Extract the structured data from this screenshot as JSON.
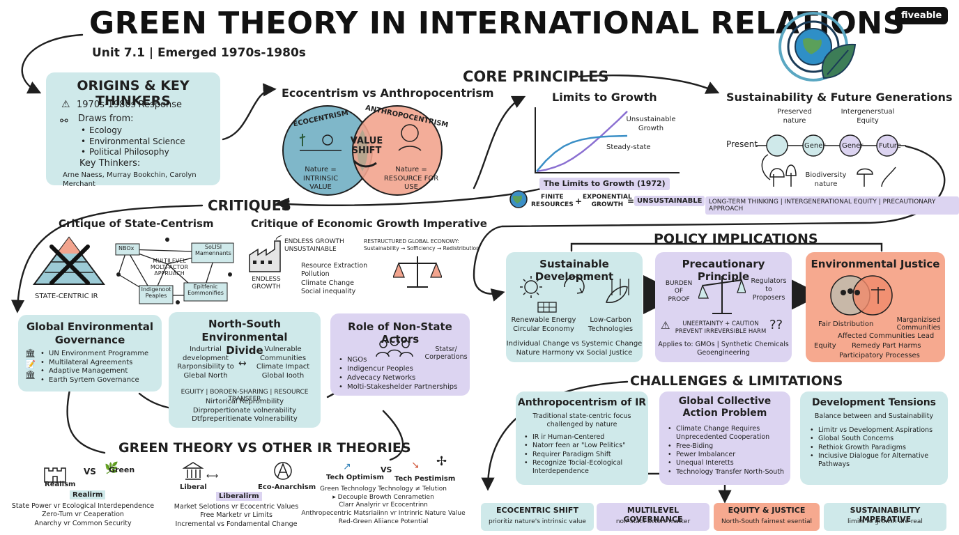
{
  "header": {
    "title": "GREEN THEORY IN INTERNATIONAL RELATIONS",
    "subtitle": "Unit 7.1 | Emerged 1970s-1980s",
    "brand": "fiveable"
  },
  "origins": {
    "heading": "ORIGINS & KEY THINKERS",
    "response": "1970s-1980s Response",
    "draws_label": "Draws from:",
    "draws": [
      "Ecology",
      "Environmental Science",
      "Political Philosophy"
    ],
    "thinkers_label": "Key Thinkers:",
    "thinkers": "Arne Naess, Murray Bookchin, Carolyn Merchant"
  },
  "eco_vs_anthro": {
    "heading": "Ecocentrism vs Anthropocentrism",
    "eco_label": "ECOCENTRISM",
    "anthro_label": "ANTHROPOCENTRISM",
    "shift_line1": "VALUE",
    "shift_line2": "SHIFT",
    "eco_note_1": "Nature =",
    "eco_note_2": "INTRINSIC VALUE",
    "anthro_note_1": "Nature =",
    "anthro_note_2": "RESOURCE FOR USE"
  },
  "core": {
    "heading": "CORE PRINCIPLES",
    "limits_heading": "Limits to Growth",
    "unsustainable_label_1": "Unsustainable",
    "unsustainable_label_2": "Growth",
    "steady_label": "Steady-state",
    "book_label": "The Limits to Growth (1972)",
    "finite_1": "FINITE",
    "finite_2": "RESOURCES",
    "plus": "+",
    "expo_1": "EXPONENTIAL",
    "expo_2": "GROWTH",
    "equals": "=",
    "result": "UNSUSTAINABLE",
    "sust_heading": "Sustainability & Future Generations",
    "preserved_1": "Preserved",
    "preserved_2": "nature",
    "intergen_1": "Intergenerstual",
    "intergen_2": "Equity",
    "present": "Present",
    "gener_1": "Gener",
    "gener_2": "Gener",
    "future": "Future",
    "biodiversity_1": "Biodiversity",
    "biodiversity_2": "nature",
    "sust_footer": "LONG-TERM THINKING | INTERGENERATIONAL EQUITY | PRECAUTIONARY APPROACH"
  },
  "critiques": {
    "heading": "CRITIQUES",
    "state_heading": "Critique of State-Centrism",
    "state_label": "STATE-CENTRIC IR",
    "net_center_1": "MULTILEVEL",
    "net_center_2": "MOLTI-ACTOR",
    "net_center_3": "APPRUACH",
    "net_ngo": "NBOx",
    "net_social_1": "SoLISI",
    "net_social_2": "Mamennants",
    "net_indig_1": "Indigenoot",
    "net_indig_2": "Peaples",
    "net_epis_1": "Epitfenic",
    "net_epis_2": "Eommonifies",
    "econ_heading": "Critique of Economic Growth Imperative",
    "endless_1": "ENDLESS GROWTH",
    "endless_2": "UNSUSTAINABLE",
    "factory_1": "ENDLESS",
    "factory_2": "GROWTH",
    "effects": [
      "Resource Extraction",
      "Pollution",
      "Climate Change",
      "Social inequality"
    ],
    "restructured_1": "RESTRUCTURED GLOBAL ECONOWY:",
    "restructured_2": "Sustainability → Sofficiency → Redistribution"
  },
  "policy": {
    "heading": "POLICY IMPLICATIONS",
    "sd": {
      "heading": "Sustainable Development",
      "left_1": "Renewable Energy",
      "left_2": "Circular Economy",
      "right_1": "Low-Carbon",
      "right_2": "Technologies",
      "foot_1": "Individual Change vs Systemic Change",
      "foot_2": "Nature Harmony vx Social Justice"
    },
    "pp": {
      "heading": "Precautionary Principle",
      "burden_1": "BURDEN",
      "burden_2": "OF",
      "burden_3": "PROOF",
      "reg_1": "Regulators",
      "reg_2": "to",
      "reg_3": "Proposers",
      "uncert_1": "UNEERTAINTY + CAUTION",
      "uncert_2": "PREVENT IRREVERSIBLE HARM",
      "qq": "??",
      "applies_1": "Applies to: GMOs | Synthetic Chemicals",
      "applies_2": "Geoengineering"
    },
    "ej": {
      "heading": "Environmental Justice",
      "marg_1": "Marganizised",
      "marg_2": "Communities",
      "fair": "Fair Distribution",
      "lead": "Affected Communities Lead",
      "equity": "Equity",
      "remedy": "Remedy Part Harms",
      "particip": "Participatory Processes"
    }
  },
  "governance": {
    "heading_1": "Global Environmental",
    "heading_2": "Governance",
    "items": [
      "UN Environment Programme",
      "Multilateral Agreements",
      "Adaptive Management",
      "Earth Syrtem Governance"
    ]
  },
  "north_south": {
    "heading_1": "North-South Environmental",
    "heading_2": "Divide",
    "left_1": "Indurtrial",
    "left_2": "development",
    "left_3": "Rarponsibility to",
    "left_4": "Glebal North",
    "right_1": "Vulnerable",
    "right_2": "Communities",
    "right_3": "Climate Impact",
    "right_4": "Global Iooth",
    "footer": "EGUITY | BOROEN-SHARING | RESOURCE TRANSFER",
    "lines": [
      "Nirtorical Reprombility",
      "Dirpropertionate volnerability",
      "Dtfpreperitienate Volnerability"
    ]
  },
  "nonstate": {
    "heading": "Role of Non-State Actors",
    "states_1": "Statsr/",
    "states_2": "Corperations",
    "items": [
      "NGOs",
      "Indigencur Peoples",
      "Advecacy Networks",
      "Molti-Stakeshelder Partnerships"
    ]
  },
  "challenges": {
    "heading": "CHALLENGES & LIMITATIONS",
    "anthro": {
      "heading": "Anthropocentrism of IR",
      "desc_1": "Traditional state-centric focus",
      "desc_2": "challenged by nature",
      "items": [
        "IR ir Human-Centered",
        "Natorr feen ar \"Low Pelitics\"",
        "Requirer Paradigm Shift",
        "Recognize Tocial-Ecological Interdependence"
      ]
    },
    "gca": {
      "heading_1": "Global Collective",
      "heading_2": "Action Problem",
      "items": [
        "Climate Change Requires Unprecedented Cooperation",
        "Free-Biding",
        "Pewer Imbalancer",
        "Unequal Interetts",
        "Technology Transfer North-South"
      ]
    },
    "dev": {
      "heading": "Development Tensions",
      "desc": "Balance between and Sustainability",
      "items": [
        "Limitr vs Development Aspirations",
        "Global South Concerns",
        "Rethiok Growth Paradigms",
        "Inciusive Dialogue for Alternative Pathways"
      ]
    }
  },
  "comparison": {
    "heading": "GREEN THEORY VS OTHER IR THEORIES",
    "realism": "Realism",
    "vs": "VS",
    "green": "Green",
    "realism_tag": "Realirm",
    "realism_lines": [
      "State Power vr Ecological Interdependence",
      "Zero-Tum vr Ceaperation",
      "Anarchy vr Common Security"
    ],
    "liberal": "Liberal",
    "eco_anarchism": "Eco-Anarchism",
    "liberal_tag": "Liberalirm",
    "liberal_lines": [
      "Market Selotions vr Ecocentric Values",
      "Free Marketr vr Limits",
      "Incremental vs Fondamental Change"
    ],
    "tech_opt": "Tech Optimism",
    "tech_vs": "VS",
    "tech_pess": "Tech Pestimism",
    "tech_lines": [
      "Green Technology    Technology ≠ Telution",
      "▸ Decouple Browth Cenrametien",
      "Clarr Analyrir vr Ecocentrinn",
      "Anthropecentric Matsriaiinn vr Intrinric Nature Value",
      "Red-Green Aliiance Potential"
    ]
  },
  "footer_tags": [
    {
      "title": "ECOCENTRIC SHIFT",
      "sub": "prioritiz nature's intrinsic value",
      "color": "#cfe9ea"
    },
    {
      "title": "MULTILEVEL GOVERNANCE",
      "sub": "non-stats actors matter",
      "color": "#dcd4f1"
    },
    {
      "title": "EQUITY & JUSTICE",
      "sub": "North-South fairnest esential",
      "color": "#f6a98f"
    },
    {
      "title": "SUSTAINABILITY IMPERATIVE",
      "sub": "limits to growth are real",
      "color": "#cfe9ea"
    }
  ],
  "chart_data": {
    "type": "line",
    "title": "Limits to Growth",
    "x": [
      0,
      1,
      2,
      3,
      4,
      5,
      6,
      7,
      8,
      9,
      10
    ],
    "series": [
      {
        "name": "Unsustainable Growth",
        "values": [
          0,
          0.3,
          0.8,
          1.5,
          2.5,
          3.7,
          5.1,
          6.6,
          8.2,
          9.8,
          11.5
        ]
      },
      {
        "name": "Steady-state",
        "values": [
          0,
          2.0,
          3.6,
          4.8,
          5.6,
          6.1,
          6.4,
          6.6,
          6.7,
          6.75,
          6.8
        ]
      }
    ]
  }
}
